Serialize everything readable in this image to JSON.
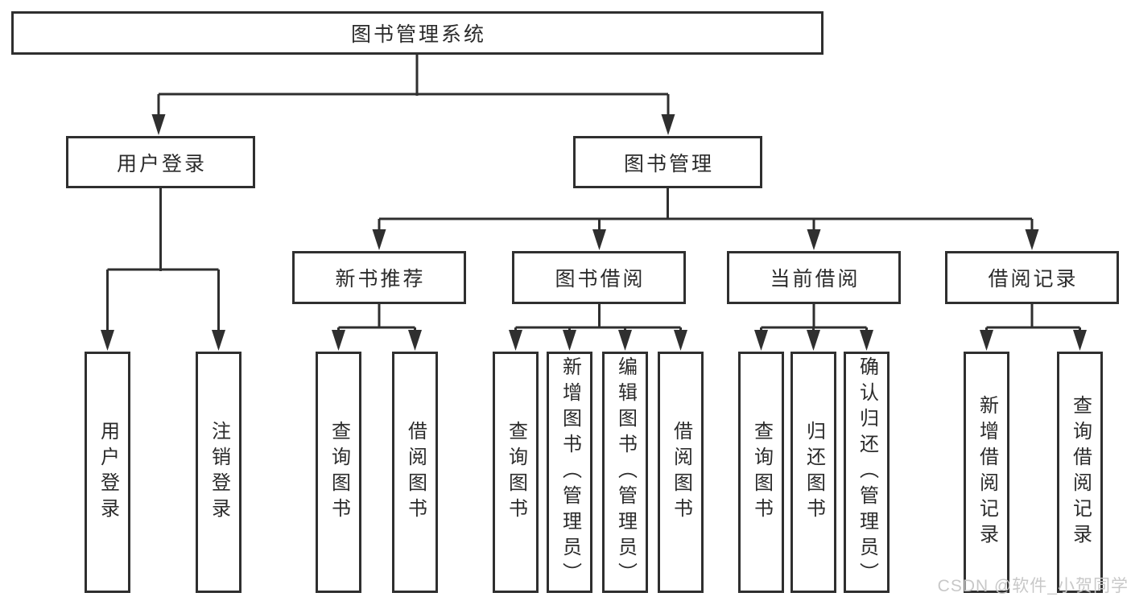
{
  "tree": {
    "root": "图书管理系统",
    "branches": [
      {
        "label": "用户登录",
        "children": [
          "用户登录",
          "注销登录"
        ]
      },
      {
        "label": "图书管理",
        "groups": [
          {
            "label": "新书推荐",
            "children": [
              "查询图书",
              "借阅图书"
            ]
          },
          {
            "label": "图书借阅",
            "children": [
              "查询图书",
              "新增图书（管理员）",
              "编辑图书（管理员）",
              "借阅图书"
            ]
          },
          {
            "label": "当前借阅",
            "children": [
              "查询图书",
              "归还图书",
              "确认归还（管理员）"
            ]
          },
          {
            "label": "借阅记录",
            "children": [
              "新增借阅记录",
              "查询借阅记录"
            ]
          }
        ]
      }
    ]
  },
  "watermark": {
    "text": "CSDN @软件_小贺同学"
  },
  "colors": {
    "line": "#2f2f2f",
    "box_border": "#2f2f2f",
    "text": "#2b2b2b",
    "background": "#ffffff",
    "watermark": "#c8c8c8"
  }
}
